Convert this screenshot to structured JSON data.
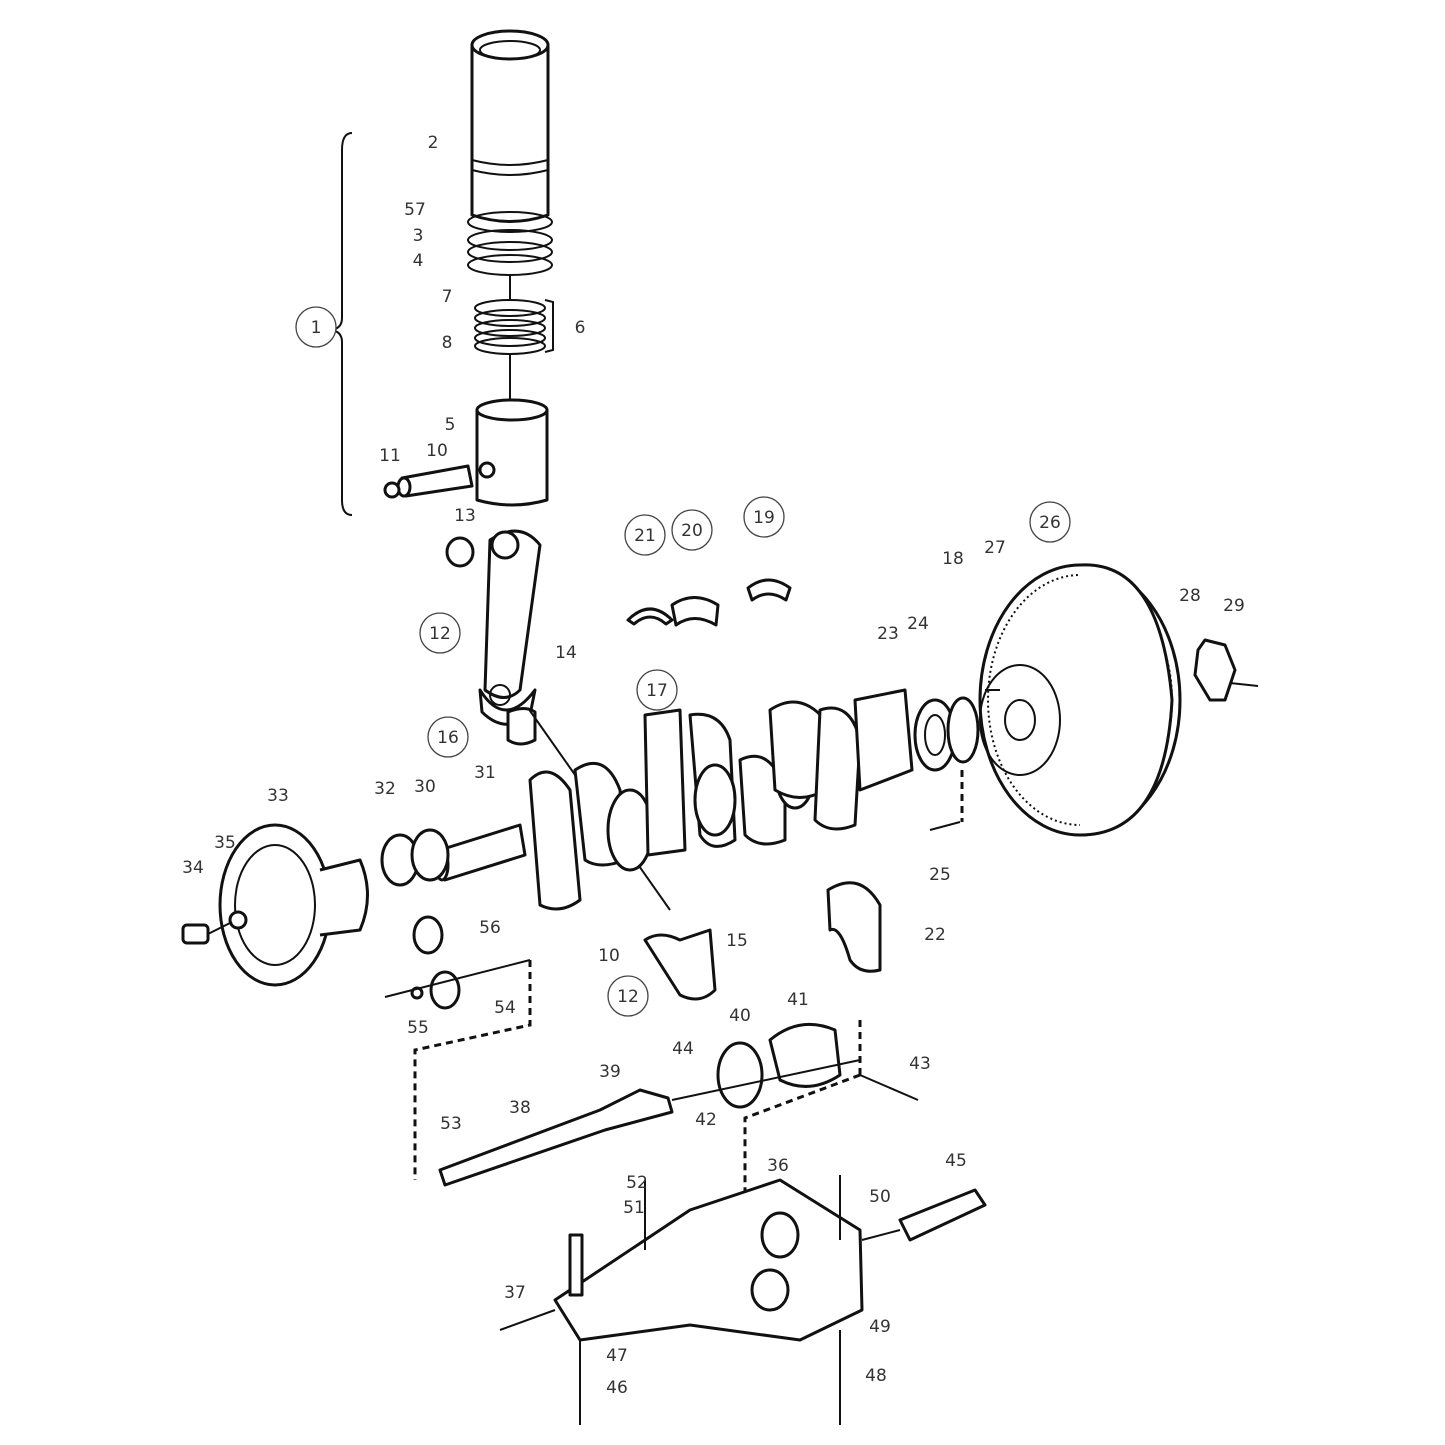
{
  "diagram": {
    "type": "exploded parts diagram",
    "labels": [
      {
        "text": "1",
        "circled": true
      },
      {
        "text": "2"
      },
      {
        "text": "57"
      },
      {
        "text": "3"
      },
      {
        "text": "4"
      },
      {
        "text": "7"
      },
      {
        "text": "8"
      },
      {
        "text": "6"
      },
      {
        "text": "5"
      },
      {
        "text": "10"
      },
      {
        "text": "11"
      },
      {
        "text": "13"
      },
      {
        "text": "12",
        "circled": true
      },
      {
        "text": "14"
      },
      {
        "text": "16",
        "circled": true
      },
      {
        "text": "17",
        "circled": true
      },
      {
        "text": "21",
        "circled": true
      },
      {
        "text": "20",
        "circled": true
      },
      {
        "text": "19",
        "circled": true
      },
      {
        "text": "26",
        "circled": true
      },
      {
        "text": "27"
      },
      {
        "text": "18"
      },
      {
        "text": "28"
      },
      {
        "text": "29"
      },
      {
        "text": "23"
      },
      {
        "text": "24"
      },
      {
        "text": "25"
      },
      {
        "text": "33"
      },
      {
        "text": "32"
      },
      {
        "text": "30"
      },
      {
        "text": "31"
      },
      {
        "text": "35"
      },
      {
        "text": "34"
      },
      {
        "text": "56"
      },
      {
        "text": "10"
      },
      {
        "text": "15"
      },
      {
        "text": "12",
        "circled": true
      },
      {
        "text": "22"
      },
      {
        "text": "55"
      },
      {
        "text": "54"
      },
      {
        "text": "40"
      },
      {
        "text": "41"
      },
      {
        "text": "44"
      },
      {
        "text": "39"
      },
      {
        "text": "43"
      },
      {
        "text": "42"
      },
      {
        "text": "38"
      },
      {
        "text": "53"
      },
      {
        "text": "36"
      },
      {
        "text": "45"
      },
      {
        "text": "50"
      },
      {
        "text": "52"
      },
      {
        "text": "51"
      },
      {
        "text": "37"
      },
      {
        "text": "49"
      },
      {
        "text": "47"
      },
      {
        "text": "48"
      },
      {
        "text": "46"
      }
    ]
  }
}
